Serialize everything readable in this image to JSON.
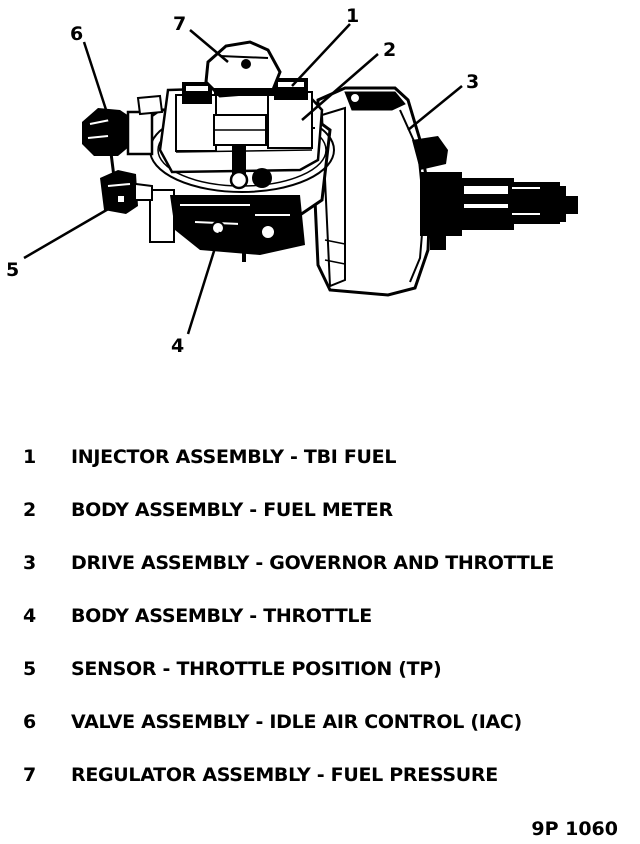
{
  "callouts": [
    {
      "num": "1",
      "label": "INJECTOR ASSEMBLY - TBI FUEL"
    },
    {
      "num": "2",
      "label": "BODY ASSEMBLY - FUEL METER"
    },
    {
      "num": "3",
      "label": "DRIVE ASSEMBLY - GOVERNOR AND THROTTLE"
    },
    {
      "num": "4",
      "label": "BODY ASSEMBLY - THROTTLE"
    },
    {
      "num": "5",
      "label": "SENSOR - THROTTLE POSITION (TP)"
    },
    {
      "num": "6",
      "label": "VALVE ASSEMBLY - IDLE AIR CONTROL (IAC)"
    },
    {
      "num": "7",
      "label": "REGULATOR ASSEMBLY - FUEL PRESSURE"
    }
  ],
  "figure_id": "9P 1060"
}
